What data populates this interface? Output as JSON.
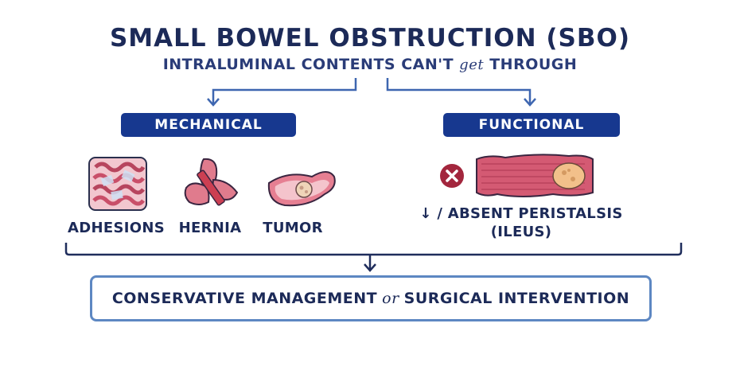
{
  "title": "SMALL BOWEL OBSTRUCTION (SBO)",
  "subtitle": {
    "part1": "INTRALUMINAL CONTENTS CAN'T",
    "script": "get",
    "part2": "THROUGH"
  },
  "mechanical": {
    "header": "MECHANICAL",
    "items": [
      {
        "label": "ADHESIONS",
        "icon": "adhesions-icon"
      },
      {
        "label": "HERNIA",
        "icon": "hernia-icon"
      },
      {
        "label": "TUMOR",
        "icon": "tumor-icon"
      }
    ]
  },
  "functional": {
    "header": "FUNCTIONAL",
    "line1": "↓ / ABSENT PERISTALSIS",
    "line2": "(ILEUS)",
    "icons": [
      "x-circle-icon",
      "bowel-segment-icon"
    ]
  },
  "outcome": {
    "part1": "CONSERVATIVE MANAGEMENT",
    "script": "or",
    "part2": "SURGICAL INTERVENTION"
  },
  "colors": {
    "navy": "#1c2a58",
    "pill_blue": "#17388f",
    "box_border": "#5d87c2",
    "bowel_pink": "#d45a73",
    "x_red": "#a3263d"
  }
}
